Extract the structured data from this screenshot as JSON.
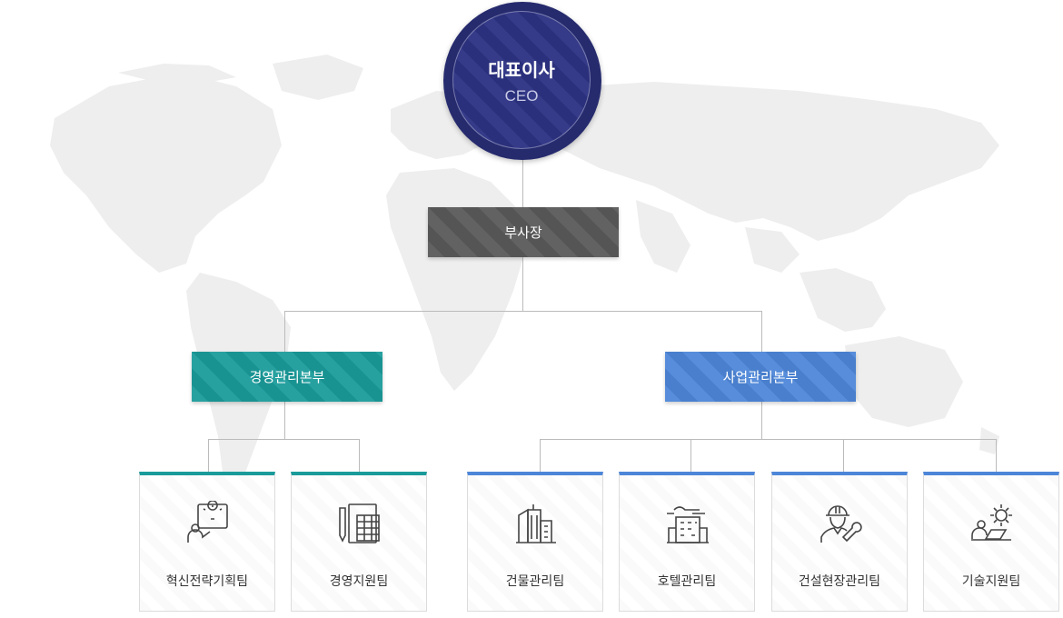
{
  "ceo": {
    "title": "대표이사",
    "subtitle": "CEO"
  },
  "vice_president": {
    "label": "부사장"
  },
  "divisions": [
    {
      "label": "경영관리본부",
      "color": "#1a9b9a"
    },
    {
      "label": "사업관리본부",
      "color": "#4d86d8"
    }
  ],
  "teams": [
    {
      "label": "혁신전략기획팀",
      "icon": "innovation-idea-icon",
      "division": 0
    },
    {
      "label": "경영지원팀",
      "icon": "document-calculator-icon",
      "division": 0
    },
    {
      "label": "건물관리팀",
      "icon": "building-icon",
      "division": 1
    },
    {
      "label": "호텔관리팀",
      "icon": "hotel-icon",
      "division": 1
    },
    {
      "label": "건설현장관리팀",
      "icon": "construction-worker-icon",
      "division": 1
    },
    {
      "label": "기술지원팀",
      "icon": "tech-support-gear-icon",
      "division": 1
    }
  ],
  "colors": {
    "ceo": "#2d3383",
    "vice_president": "#5a5a5a",
    "connector": "#bbbbbb"
  }
}
